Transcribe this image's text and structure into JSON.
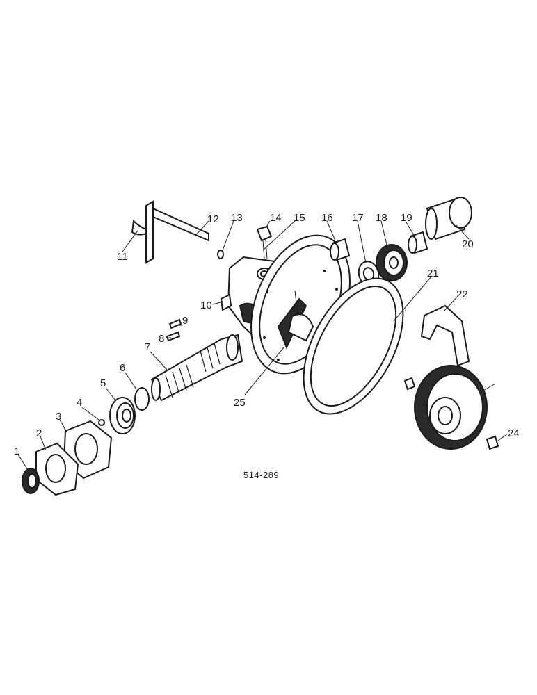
{
  "diagram": {
    "labels": [
      "1",
      "2",
      "3",
      "4",
      "5",
      "6",
      "7",
      "8",
      "9",
      "10",
      "11",
      "12",
      "13",
      "14",
      "15",
      "16",
      "17",
      "18",
      "19",
      "20",
      "21",
      "22",
      "24",
      "25"
    ],
    "code": "514-289"
  }
}
